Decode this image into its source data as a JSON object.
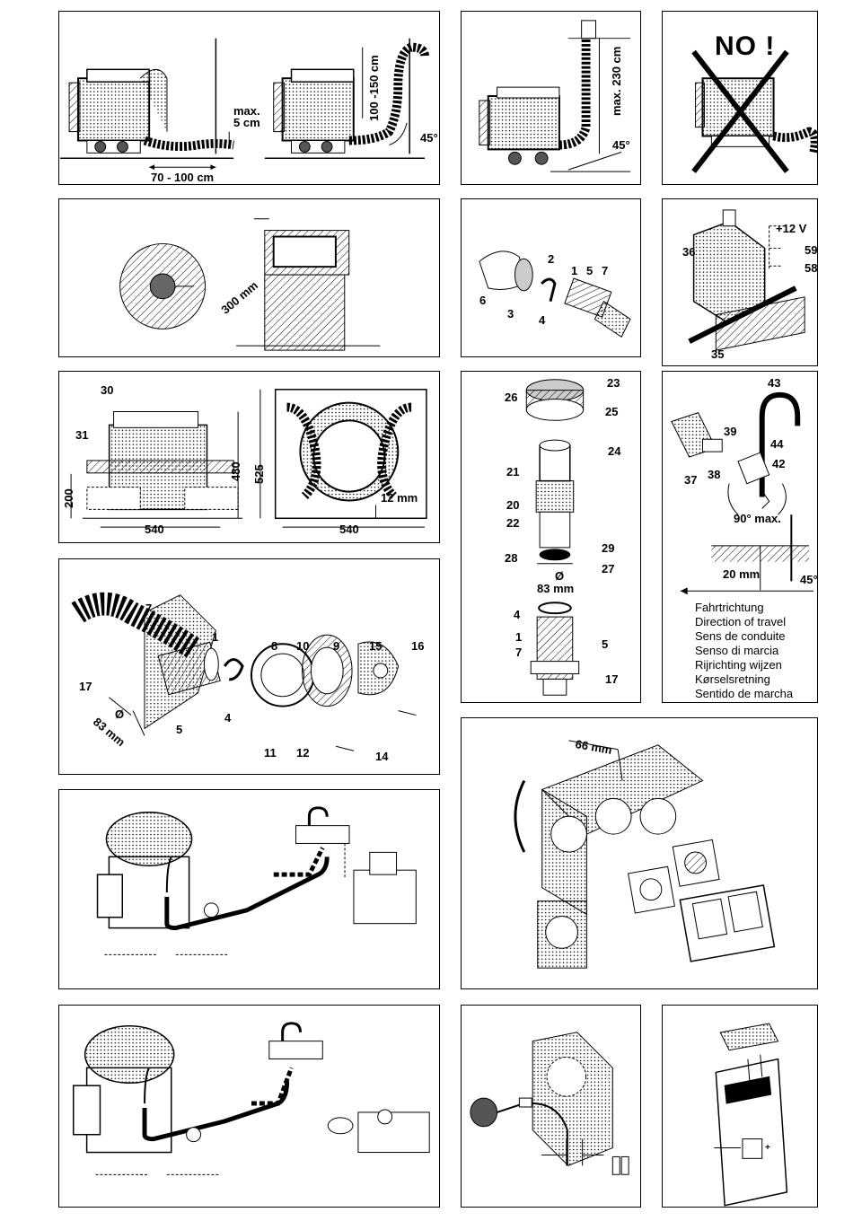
{
  "panels": {
    "p1": {
      "max_height": "max.",
      "max_height2": "5 cm",
      "length": "70 - 100 cm",
      "rise": "100 -150 cm",
      "angle": "45°"
    },
    "p2": {
      "rise": "max. 230 cm",
      "angle": "45°"
    },
    "p3": {
      "title": "NO !"
    },
    "p4": {
      "dimension": "300 mm"
    },
    "p5": {
      "labels": [
        "2",
        "6",
        "3",
        "4",
        "1",
        "5",
        "7"
      ]
    },
    "p6": {
      "voltage": "+12 V",
      "labels": [
        "36",
        "59",
        "58",
        "35"
      ]
    },
    "p7": {
      "labels": [
        "30",
        "31"
      ],
      "dims": [
        "200",
        "480",
        "525",
        "540",
        "540",
        "12 mm"
      ]
    },
    "p8": {
      "labels": [
        "23",
        "26",
        "25",
        "24",
        "21",
        "20",
        "22",
        "29",
        "28",
        "27",
        "4",
        "1",
        "7",
        "5",
        "17"
      ],
      "diameter": "Ø",
      "diameter_value": "83 mm"
    },
    "p9": {
      "labels": [
        "43",
        "39",
        "44",
        "42",
        "37",
        "38"
      ],
      "angle_max": "90° max.",
      "depth": "20 mm",
      "angle": "45°",
      "direction_of_travel": [
        "Fahrtrichtung",
        "Direction of travel",
        "Sens de conduite",
        "Senso di marcia",
        "Rijrichting wijzen",
        "Kørselsretning",
        "Sentido de marcha"
      ]
    },
    "p10": {
      "labels": [
        "7",
        "1",
        "8",
        "10",
        "9",
        "15",
        "16",
        "17",
        "4",
        "5",
        "11",
        "12",
        "14"
      ],
      "diameter": "Ø",
      "diameter_value": "83 mm"
    },
    "p12": {
      "dimension": "66 mm"
    },
    "p16": {
      "polarity": "+"
    }
  }
}
